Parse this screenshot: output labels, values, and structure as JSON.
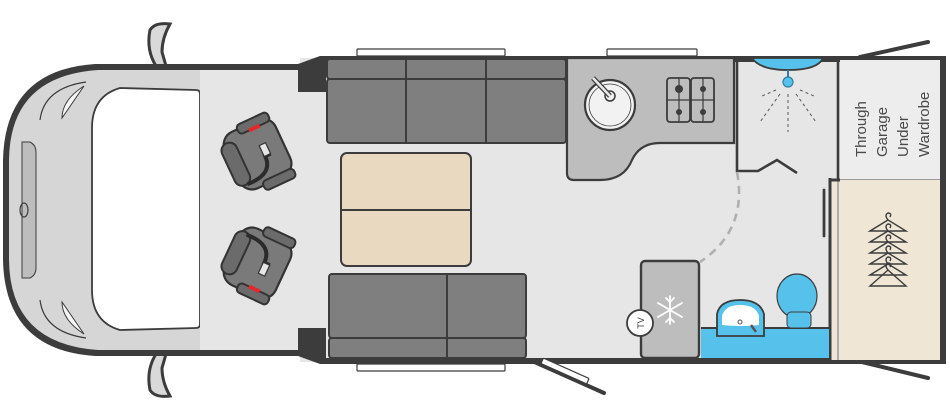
{
  "diagram": {
    "type": "motorhome-floorplan",
    "orientation": "cab-left",
    "colors": {
      "wall": "#3c3c3c",
      "floor": "#e6e6e6",
      "cab_body": "#d4d4d4",
      "windscreen": "#ffffff",
      "upholstery": "#7f7f7f",
      "table": "#e8d9c0",
      "kitchen_worktop": "#bdbdbd",
      "washroom_blue": "#56c2ec",
      "wardrobe": "#efe6d6",
      "seatbelt_red": "#e0282d"
    }
  },
  "zones": {
    "cab": {
      "label": "Cab",
      "seats": [
        "Driver seat",
        "Passenger seat"
      ]
    },
    "lounge": {
      "front_settee_top": {
        "label": "Settee (3 cushions)"
      },
      "front_settee_bottom": {
        "label": "Settee (2 cushions)"
      },
      "table": {
        "label": "Table"
      }
    },
    "kitchen": {
      "sink": "Round sink",
      "hob": "4-burner hob"
    },
    "fridge": {
      "icon": "snowflake-icon",
      "tv_label": "TV"
    },
    "washroom": {
      "shower": "Shower",
      "basin": "Basin",
      "toilet": "Toilet"
    },
    "garage": {
      "label_lines": [
        "Through",
        "Garage",
        "Under",
        "Wardrobe"
      ]
    },
    "wardrobe": {
      "icon": "clothes-hangers-icon",
      "hanger_count": 6
    },
    "entrance_door": {
      "label": "Habitation door"
    }
  }
}
